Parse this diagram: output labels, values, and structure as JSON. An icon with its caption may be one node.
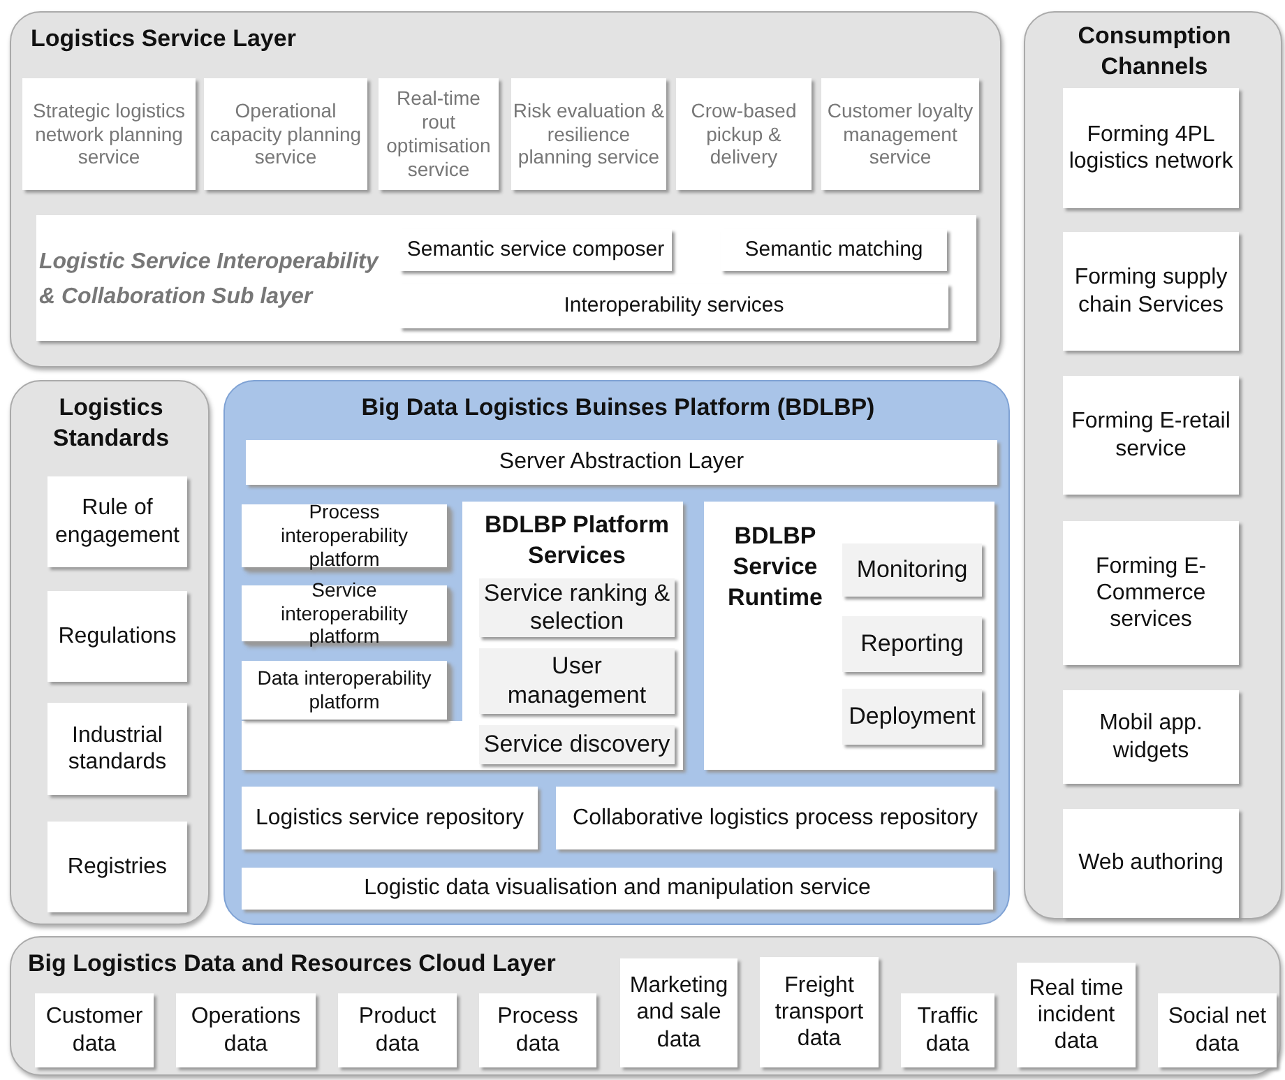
{
  "diagram": {
    "nodes": [
      {
        "text": [
          "Logistics Service Layer"
        ]
      },
      {
        "text": [
          "Strategic logistics network planning service"
        ],
        "in": 0
      },
      {
        "text": [
          "Operational capacity planning service"
        ],
        "in": 0
      },
      {
        "text": [
          "Real-time rout optimisation service"
        ],
        "in": 0
      },
      {
        "text": [
          "Risk evaluation & resilience planning service"
        ],
        "in": 0
      },
      {
        "text": [
          "Crow-based pickup & delivery"
        ],
        "in": 0
      },
      {
        "text": [
          "Customer loyalty management service"
        ],
        "in": 0
      },
      {
        "text": [
          "Logistic Service Interoperability & Collaboration Sub layer"
        ],
        "in": 0
      },
      {
        "text": [
          "Semantic service composer"
        ],
        "in": 7
      },
      {
        "text": [
          "Semantic matching"
        ],
        "in": 7
      },
      {
        "text": [
          "Interoperability services"
        ],
        "in": 7
      },
      {
        "text": [
          "Consumption Channels"
        ]
      },
      {
        "text": [
          "Forming 4PL logistics network"
        ],
        "in": 11
      },
      {
        "text": [
          "Forming supply chain Services"
        ],
        "in": 11
      },
      {
        "text": [
          "Forming E-retail service"
        ],
        "in": 11
      },
      {
        "text": [
          "Forming E-Commerce services"
        ],
        "in": 11
      },
      {
        "text": [
          "Mobil app. widgets"
        ],
        "in": 11
      },
      {
        "text": [
          "Web authoring"
        ],
        "in": 11
      },
      {
        "text": [
          "Logistics Standards"
        ]
      },
      {
        "text": [
          "Rule of engagement"
        ],
        "in": 18
      },
      {
        "text": [
          "Regulations"
        ],
        "in": 18
      },
      {
        "text": [
          "Industrial standards"
        ],
        "in": 18
      },
      {
        "text": [
          "Registries"
        ],
        "in": 18
      },
      {
        "text": [
          "Big Data Logistics Buinses  Platform (BDLBP)"
        ]
      },
      {
        "text": [
          "Server Abstraction Layer"
        ],
        "in": 23
      },
      {
        "text": [
          "BDLBP Platform Services"
        ],
        "in": 23
      },
      {
        "text": [
          "Process interoperability platform"
        ],
        "in": 25
      },
      {
        "text": [
          "Service interoperability platform"
        ],
        "in": 25
      },
      {
        "text": [
          "Data interoperability platform"
        ],
        "in": 25
      },
      {
        "text": [
          "Service ranking & selection"
        ],
        "in": 25
      },
      {
        "text": [
          "User management"
        ],
        "in": 25
      },
      {
        "text": [
          "Service discovery"
        ],
        "in": 25
      },
      {
        "text": [
          "BDLBP Service Runtime"
        ],
        "in": 23
      },
      {
        "text": [
          "Monitoring"
        ],
        "in": 32
      },
      {
        "text": [
          "Reporting"
        ],
        "in": 32
      },
      {
        "text": [
          "Deployment"
        ],
        "in": 32
      },
      {
        "text": [
          "Logistics service repository"
        ],
        "in": 23
      },
      {
        "text": [
          "Collaborative logistics process repository"
        ],
        "in": 23
      },
      {
        "text": [
          "Logistic data visualisation and manipulation service"
        ],
        "in": 23
      },
      {
        "text": [
          "Big Logistics  Data and Resources Cloud Layer"
        ]
      },
      {
        "text": [
          "Customer data"
        ],
        "in": 39
      },
      {
        "text": [
          "Operations data"
        ],
        "in": 39
      },
      {
        "text": [
          "Product data"
        ],
        "in": 39
      },
      {
        "text": [
          "Process data"
        ],
        "in": 39
      },
      {
        "text": [
          "Marketing and sale data"
        ],
        "in": 39
      },
      {
        "text": [
          "Freight transport data"
        ],
        "in": 39
      },
      {
        "text": [
          "Traffic data"
        ],
        "in": 39
      },
      {
        "text": [
          "Real time incident data"
        ],
        "in": 39
      },
      {
        "text": [
          "Social net data"
        ],
        "in": 39
      }
    ],
    "edges": []
  }
}
